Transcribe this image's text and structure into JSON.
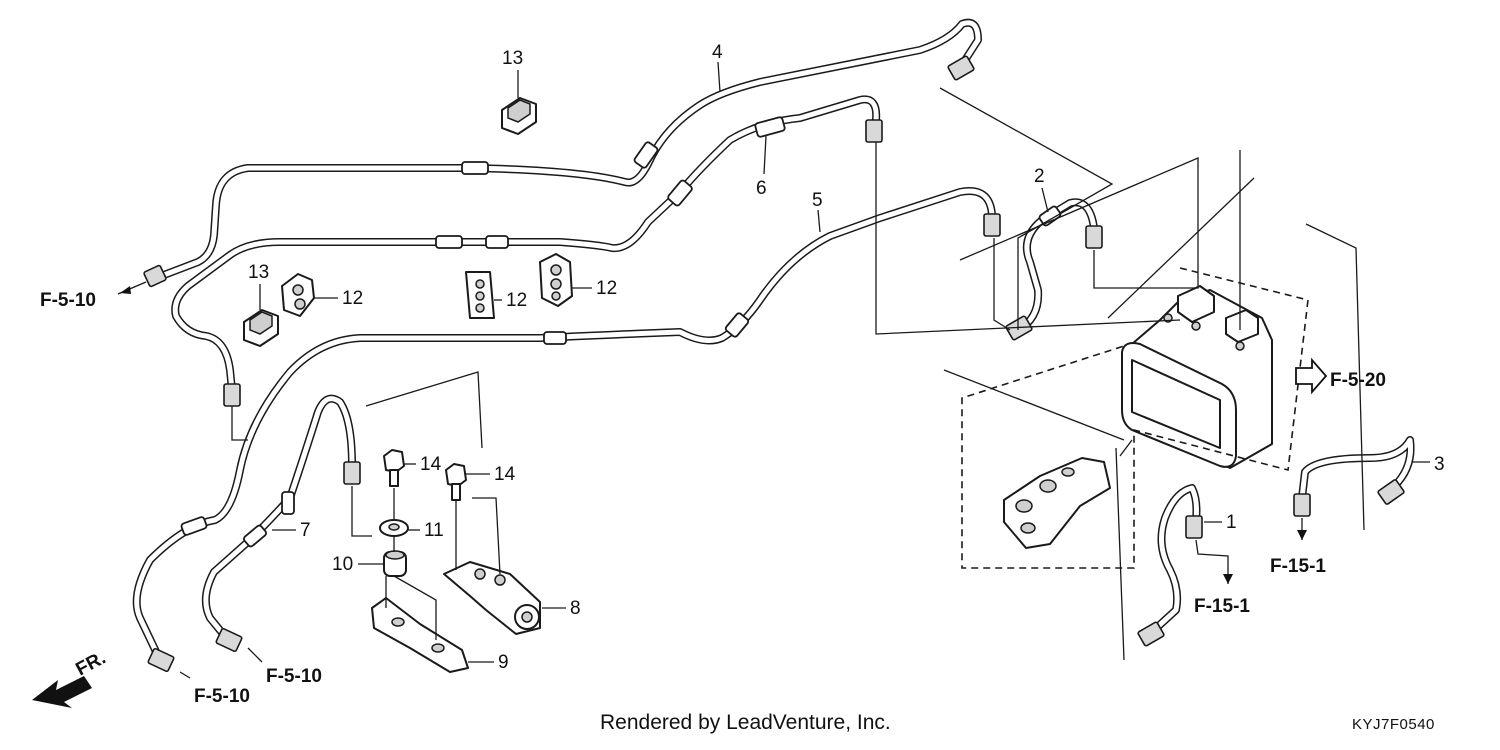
{
  "diagram": {
    "callouts": {
      "c1": "1",
      "c2": "2",
      "c3": "3",
      "c4": "4",
      "c5": "5",
      "c6": "6",
      "c7": "7",
      "c8": "8",
      "c9": "9",
      "c10": "10",
      "c11": "11",
      "c12a": "12",
      "c12b": "12",
      "c12c": "12",
      "c13a": "13",
      "c13b": "13",
      "c14a": "14",
      "c14b": "14"
    },
    "references": {
      "r1": "F-5-10",
      "r2": "F-5-10",
      "r3": "F-5-10",
      "r4": "F-5-20",
      "r5": "F-15-1",
      "r6": "F-15-1"
    },
    "direction_label": "FR."
  },
  "footer": {
    "credit": "Rendered by LeadVenture, Inc.",
    "code": "KYJ7F0540"
  }
}
